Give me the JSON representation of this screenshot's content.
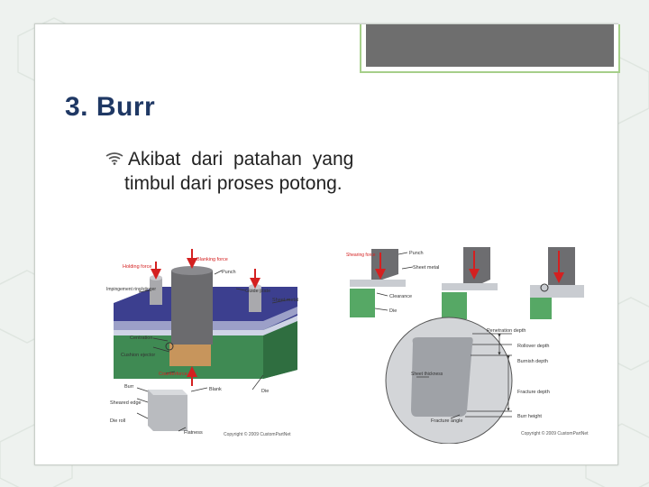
{
  "slide": {
    "title": "3. Burr",
    "bullet": {
      "line1": "Akibat dari patahan yang",
      "line2": "timbul dari proses potong."
    },
    "colors": {
      "title": "#1f3864",
      "accent_green": "#a6cf8a",
      "tab_gray": "#6e6e6e"
    }
  },
  "figure": {
    "left": {
      "labels": {
        "holding_force": "Holding force",
        "blanking_force": "Blanking force",
        "punch": "Punch",
        "guide_plate": "Guide plate",
        "impingement": "Impingement ring/stinger",
        "sheet_metal": "Sheet metal",
        "centration": "Centration",
        "cushion_ejector": "Cushion ejector",
        "counterforce": "Counterforce",
        "burr": "Burr",
        "sheared_edge": "Sheared edge",
        "blank": "Blank",
        "die": "Die",
        "die_roll": "Die roll",
        "flatness": "Flatness"
      },
      "copyright": "Copyright © 2009 CustomPartNet"
    },
    "right": {
      "labels": {
        "shearing_force": "Shearing force",
        "punch": "Punch",
        "sheet_metal": "Sheet metal",
        "clearance": "Clearance",
        "die": "Die",
        "penetration_depth": "Penetration depth",
        "rollover_depth": "Rollover depth",
        "burnish_depth": "Burnish depth",
        "sheet_thickness": "Sheet thickness",
        "fracture_depth": "Fracture depth",
        "burr_height": "Burr height",
        "fracture_angle": "Fracture angle"
      },
      "copyright": "Copyright © 2009 CustomPartNet"
    }
  }
}
